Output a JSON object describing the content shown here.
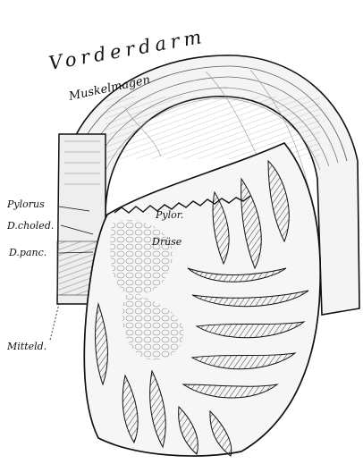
{
  "figure": {
    "labels": {
      "title_top": "Vorderdarm",
      "muscle_stomach": "Muskelmagen",
      "pylorus": "Pylorus",
      "d_choled": "D.choled.",
      "d_panc": "D.panc.",
      "midgut": "Mitteld.",
      "pyloric_line1": "Pylor.",
      "pyloric_line2": "Drüse"
    },
    "colors": {
      "ink": "#111111",
      "paper": "#ffffff",
      "tissue": "#f2f2f2",
      "hatch": "#555555"
    }
  }
}
